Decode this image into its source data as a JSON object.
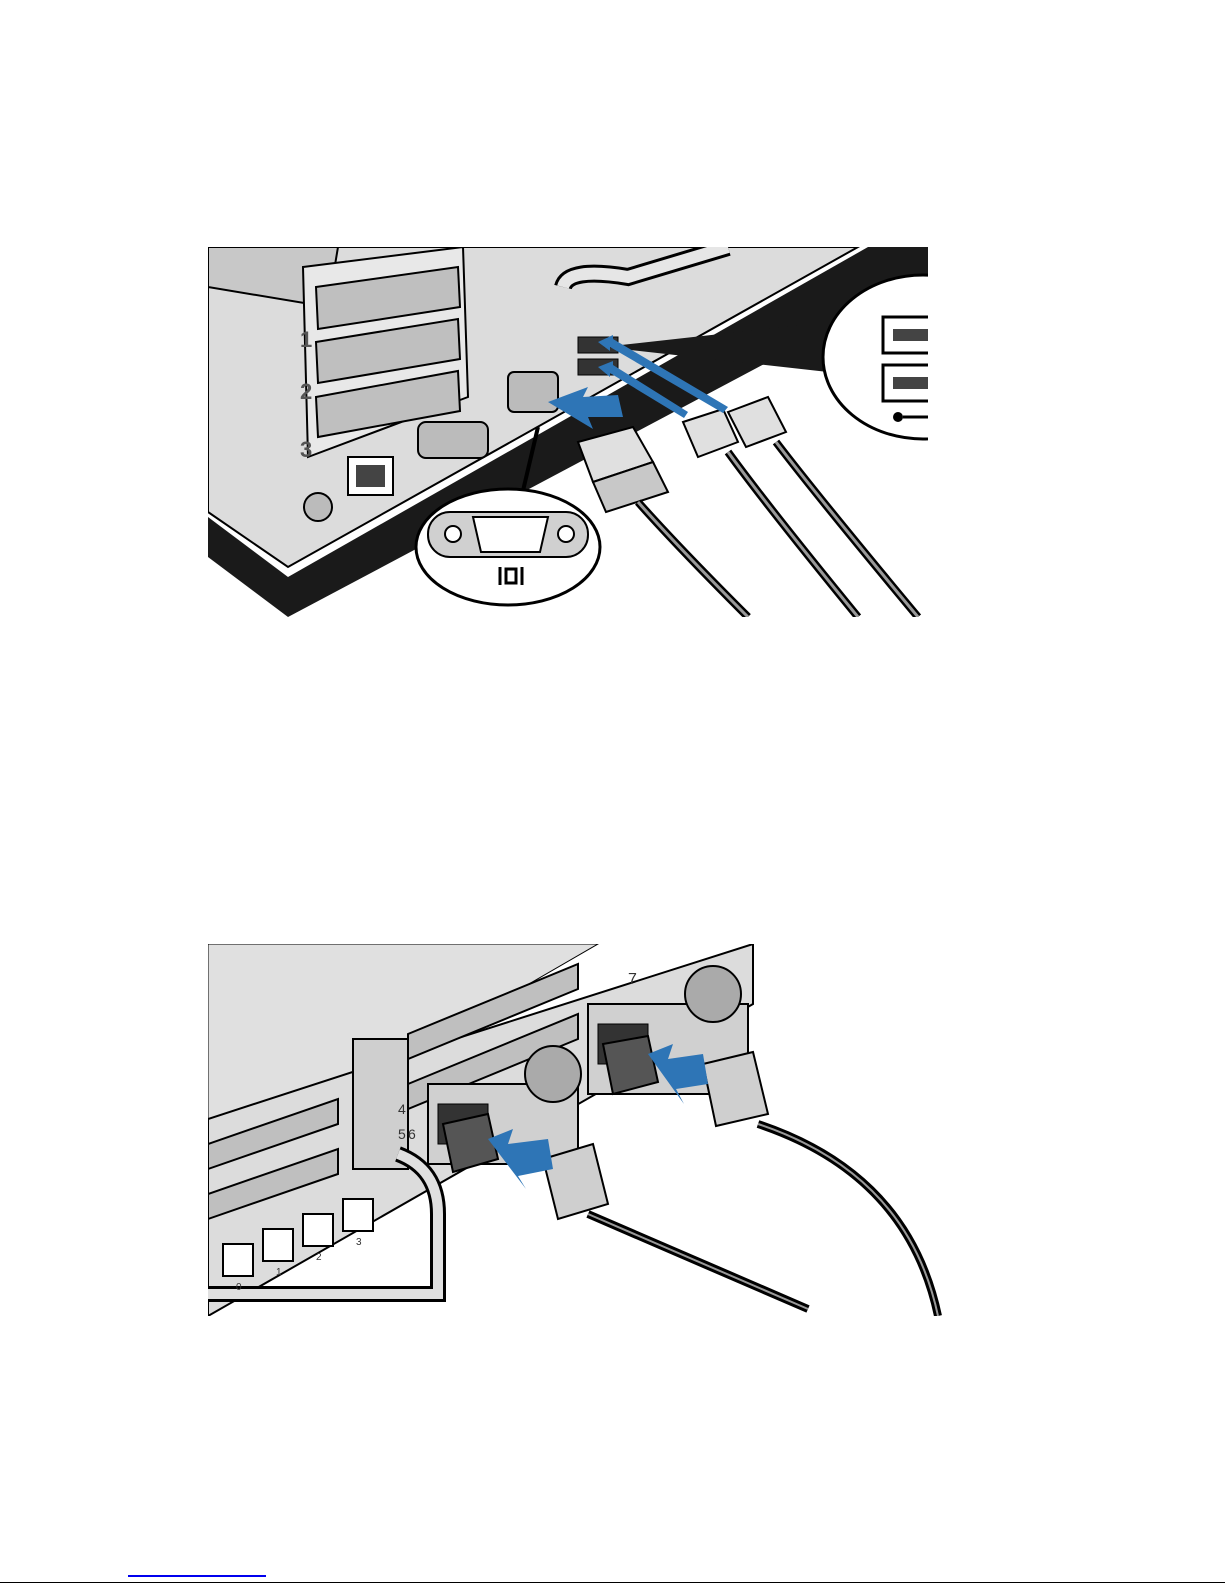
{
  "figures": [
    {
      "id": "video-usb-connection",
      "slot_numbers": [
        "1",
        "2",
        "3"
      ],
      "connector_icons": [
        "vga-port-icon",
        "usb-port-icon"
      ],
      "arrow_color": "#2e75b6"
    },
    {
      "id": "power-connection",
      "slot_numbers": [
        "4",
        "5",
        "6",
        "7"
      ],
      "nic_port_labels": [
        "0",
        "1",
        "2",
        "3"
      ],
      "arrow_color": "#2e75b6"
    }
  ],
  "colors": {
    "chassis": "#d9d9d9",
    "chassis_shadow": "#1a1a1a",
    "arrow": "#2e75b6",
    "link": "#0000ee"
  }
}
